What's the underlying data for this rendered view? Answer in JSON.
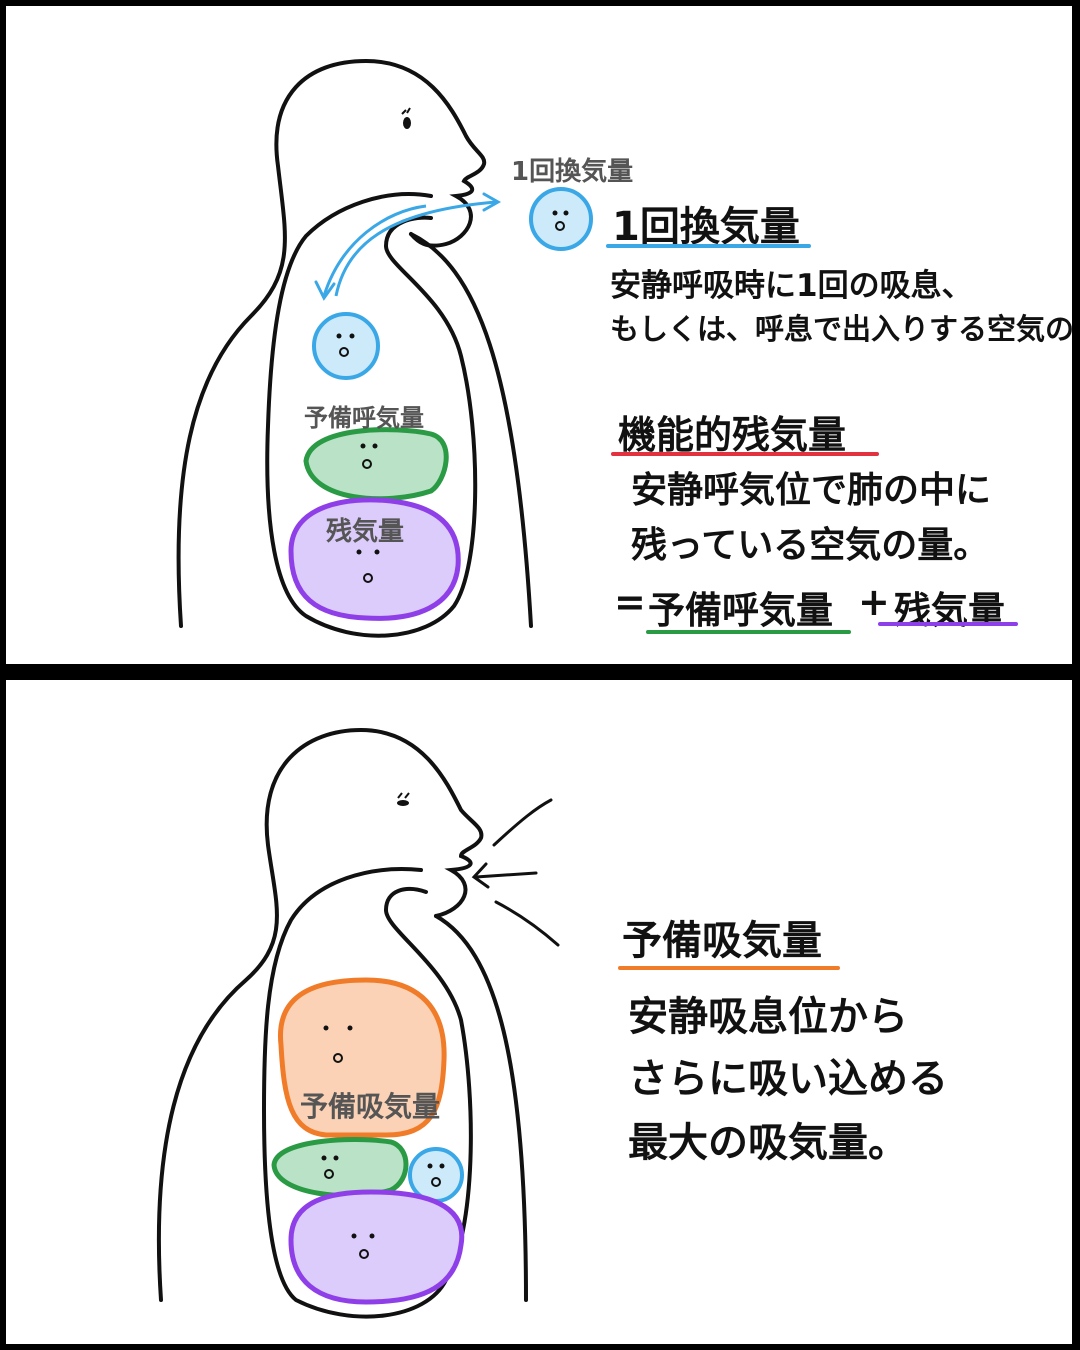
{
  "colors": {
    "tidal": "#3aa7e6",
    "tidal_fill": "#cdeafb",
    "expiratory_reserve": "#2a9a45",
    "expiratory_reserve_fill": "#b9e2c7",
    "residual": "#8f3fe8",
    "residual_fill": "#dcccfb",
    "inspiratory_reserve": "#f07c2a",
    "inspiratory_reserve_fill": "#fcd2b6",
    "frc_underline": "#e2313f",
    "ink": "#111111"
  },
  "panel_top": {
    "figure": {
      "tidal_label": "1回換気量",
      "erv_label": "予備呼気量",
      "rv_label": "残気量"
    },
    "tidal": {
      "heading": "1回換気量",
      "line1": "安静呼吸時に1回の吸息、",
      "line2": "もしくは、呼息で出入りする空気の量。"
    },
    "frc": {
      "heading": "機能的残気量",
      "line1": "安静呼気位で肺の中に",
      "line2": "残っている空気の量。",
      "eq_sign": "=",
      "eq_term1": "予備呼気量",
      "eq_plus": "+",
      "eq_term2": "残気量"
    }
  },
  "panel_bottom": {
    "figure": {
      "irv_label": "予備吸気量"
    },
    "irv": {
      "heading": "予備吸気量",
      "line1": "安静吸息位から",
      "line2": "さらに吸い込める",
      "line3": "最大の吸気量。"
    }
  }
}
